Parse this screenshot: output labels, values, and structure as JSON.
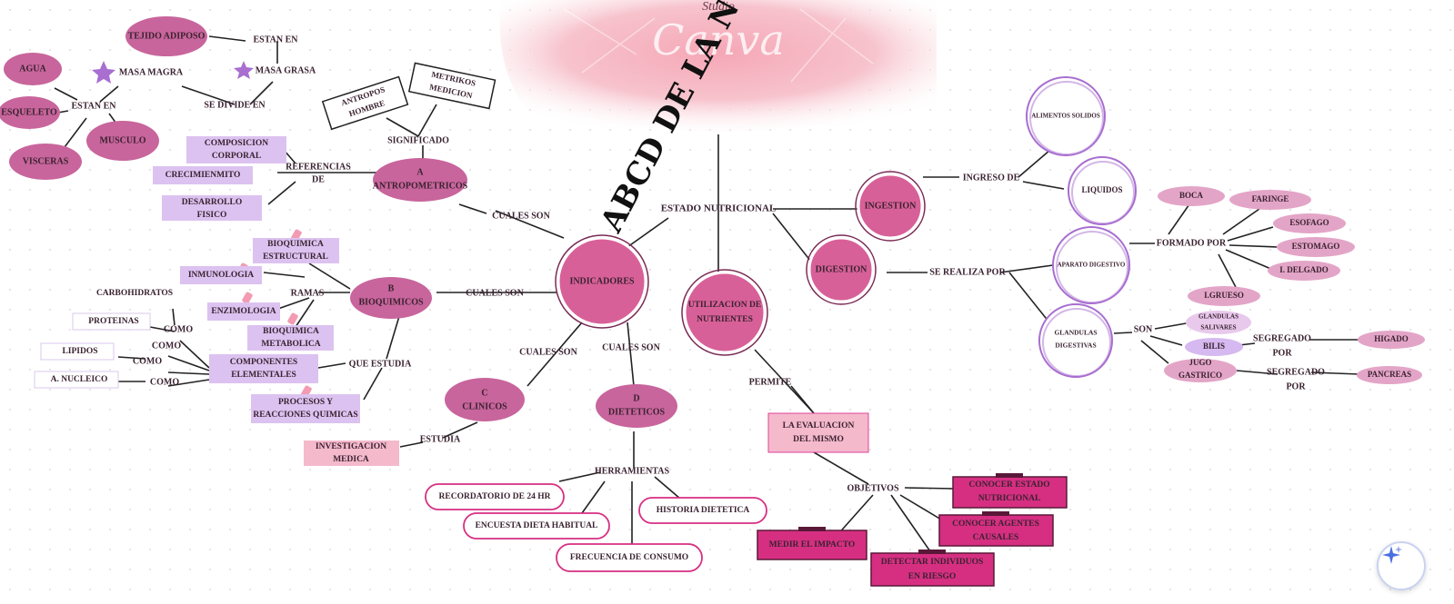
{
  "title": "EL ABCD DE LA NUTRICION",
  "brand": {
    "text": "Canva",
    "sub": "Studio"
  },
  "colors": {
    "pink": "#c8659c",
    "deep": "#d62f82",
    "lilac": "#d9bdf0",
    "orchid": "#b94f97",
    "purple": "#a86ed0",
    "ink": "#3a2230"
  },
  "center": "ESTADO NUTRICIONAL",
  "nodes": {
    "indicadores": "INDICADORES",
    "utilizacion": [
      "UTILIZACION DE",
      "NUTRIENTES"
    ],
    "ingestion": "INGESTION",
    "digestion": "DIGESTION",
    "cuales_son": "CUALES SON",
    "antro": [
      "A",
      "ANTROPOMETRICOS"
    ],
    "significado": "SIGNIFICADO",
    "antropos": [
      "ANTROPOS",
      "HOMBRE"
    ],
    "metrikos": [
      "METRIKOS",
      "MEDICION"
    ],
    "referencias": [
      "REFERENCIAS",
      "DE"
    ],
    "composicion": [
      "COMPOSICION",
      "CORPORAL"
    ],
    "crecimiento": "CRECIMIENMITO",
    "desarrollo": [
      "DESARROLLO",
      "FISICO"
    ],
    "se_divide": "SE DIVIDE EN",
    "masa_magra": "MASA MAGRA",
    "masa_grasa": "MASA GRASA",
    "estan_en": "ESTAN EN",
    "tejido": "TEJIDO ADIPOSO",
    "agua": "AGUA",
    "esqueleto": "ESQUELETO",
    "musculo": "MUSCULO",
    "visceras": "VISCERAS",
    "bio": [
      "B",
      "BIOQUIMICOS"
    ],
    "ramas": "RAMAS",
    "bq_estructural": [
      "BIOQUIMICA",
      "ESTRUCTURAL"
    ],
    "inmunologia": "INMUNOLOGIA",
    "enzimologia": "ENZIMOLOGIA",
    "bq_metabolica": [
      "BIOQUIMICA",
      "METABOLICA"
    ],
    "que_estudia": "QUE ESTUDIA",
    "componentes": [
      "COMPONENTES",
      "ELEMENTALES"
    ],
    "procesos": [
      "PROCESOS Y",
      "REACCIONES QUIMICAS"
    ],
    "carbohidratos": "CARBOHIDRATOS",
    "proteinas": "PROTEINAS",
    "lipidos": "LIPIDOS",
    "nucleico": "A. NUCLEICO",
    "como": "COMO",
    "clinicos": [
      "C",
      "CLINICOS"
    ],
    "estudia": "ESTUDIA",
    "investigacion": [
      "INVESTIGACION",
      "MEDICA"
    ],
    "dieteticos": [
      "D",
      "DIETETICOS"
    ],
    "herramientas": "HERRAMIENTAS",
    "recordatorio": "RECORDATORIO DE 24 HR",
    "encuesta": "ENCUESTA DIETA HABITUAL",
    "frecuencia": "FRECUENCIA DE CONSUMO",
    "historia": "HISTORIA DIETETICA",
    "permite": "PERMITE",
    "evaluacion": [
      "LA EVALUACION",
      "DEL MISMO"
    ],
    "objetivos": "OBJETIVOS",
    "conocer_estado": [
      "CONOCER ESTADO",
      "NUTRICIONAL"
    ],
    "conocer_agentes": [
      "CONOCER AGENTES",
      "CAUSALES"
    ],
    "detectar": [
      "DETECTAR INDIVIDUOS",
      "EN RIESGO"
    ],
    "medir": "MEDIR EL IMPACTO",
    "ingreso": "INGRESO DE",
    "alimentos": "ALIMENTOS SOLIDOS",
    "liquidos": "LIQUIDOS",
    "se_realiza": "SE REALIZA POR",
    "aparato": "APARATO DIGESTIVO",
    "formado": "FORMADO POR",
    "boca": "BOCA",
    "faringe": "FARINGE",
    "esofago": "ESOFAGO",
    "estomago": "ESTOMAGO",
    "i_delgado": "I. DELGADO",
    "i_grueso": "I.GRUESO",
    "glandulas": [
      "GLANDULAS",
      "DIGESTIVAS"
    ],
    "son": "SON",
    "gl_salivares": [
      "GLANDULAS",
      "SALIVARES"
    ],
    "bilis": "BILIS",
    "jugo": [
      "JUGO",
      "GASTRICO"
    ],
    "segregado": [
      "SEGREGADO",
      "POR"
    ],
    "higado": "HIGADO",
    "pancreas": "PANCREAS"
  }
}
